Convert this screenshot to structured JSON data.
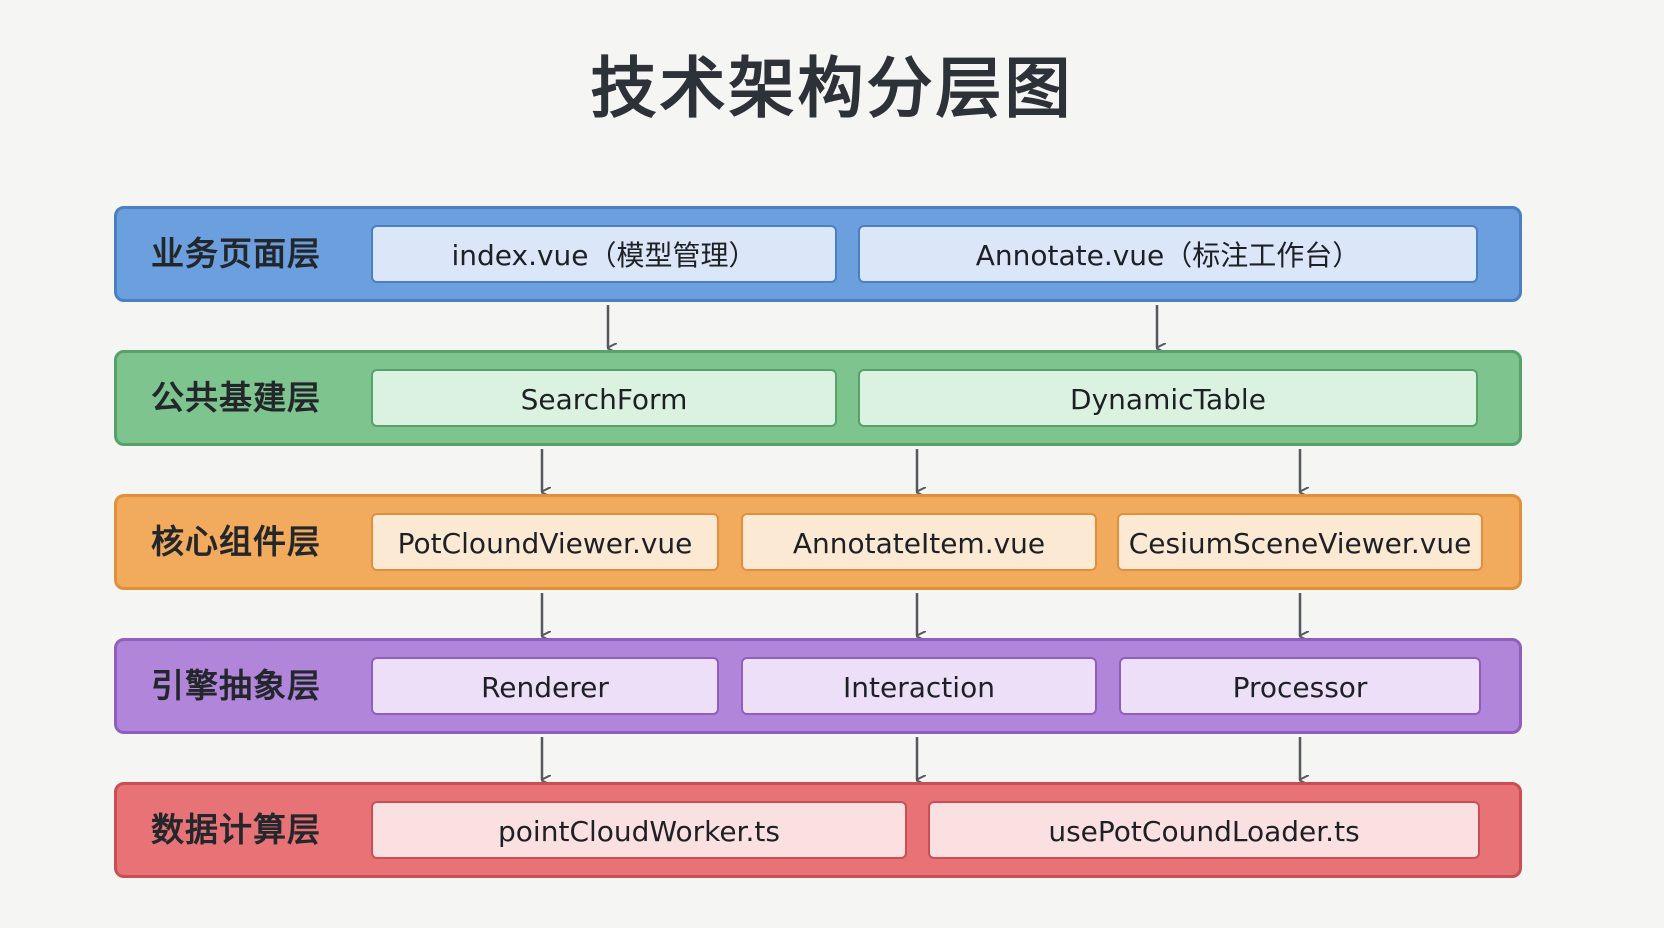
{
  "title": "技术架构分层图",
  "layers": [
    {
      "label": "业务页面层",
      "color": "#6c9fde",
      "items": [
        "index.vue（模型管理）",
        "Annotate.vue（标注工作台）"
      ]
    },
    {
      "label": "公共基建层",
      "color": "#7ec48f",
      "items": [
        "SearchForm",
        "DynamicTable"
      ]
    },
    {
      "label": "核心组件层",
      "color": "#f2ab5c",
      "items": [
        "PotCloundViewer.vue",
        "AnnotateItem.vue",
        "CesiumSceneViewer.vue"
      ]
    },
    {
      "label": "引擎抽象层",
      "color": "#b185d9",
      "items": [
        "Renderer",
        "Interaction",
        "Processor"
      ]
    },
    {
      "label": "数据计算层",
      "color": "#e77377",
      "items": [
        "pointCloudWorker.ts",
        "usePotCoundLoader.ts"
      ]
    }
  ]
}
